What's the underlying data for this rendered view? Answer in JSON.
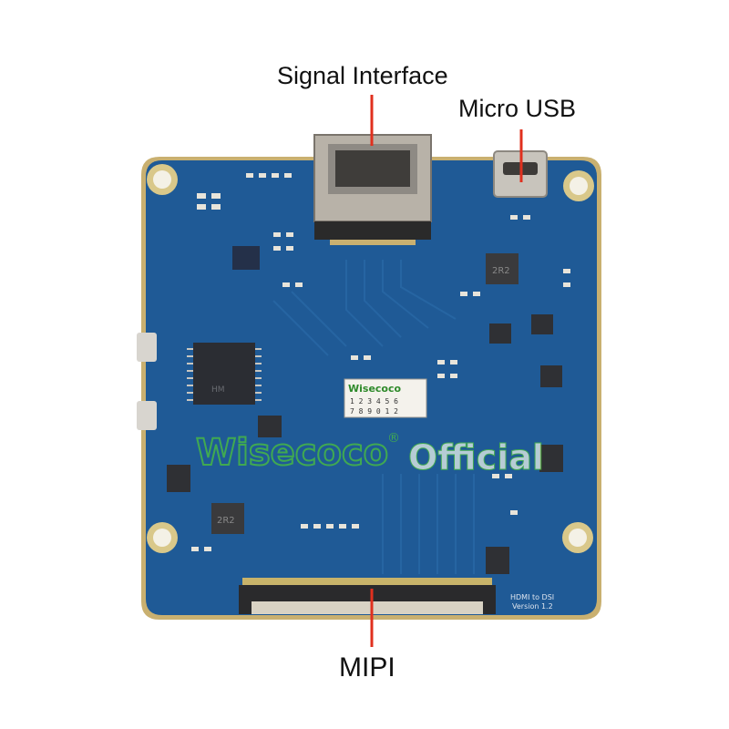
{
  "callouts": {
    "signal_interface": "Signal Interface",
    "micro_usb": "Micro USB",
    "mipi": "MIPI"
  },
  "board": {
    "silkscreen_title": "HDMI to DSI",
    "silkscreen_version": "Version 1.2",
    "chip_marking": "HM",
    "inductor_marking_1": "2R2",
    "inductor_marking_2": "2R2",
    "sticker_brand": "Wisecoco",
    "sticker_numbers_row1": "1 2 3 4 5 6",
    "sticker_numbers_row2": "7 8 9 0 1 2"
  },
  "watermark": {
    "brand": "Wisecoco",
    "registered": "®",
    "suffix": "Official"
  },
  "colors": {
    "pcb_blue": "#1f5a96",
    "pcb_edge": "#c9b070",
    "callout_line": "#e0301e",
    "watermark_green": "#4cc43a"
  }
}
